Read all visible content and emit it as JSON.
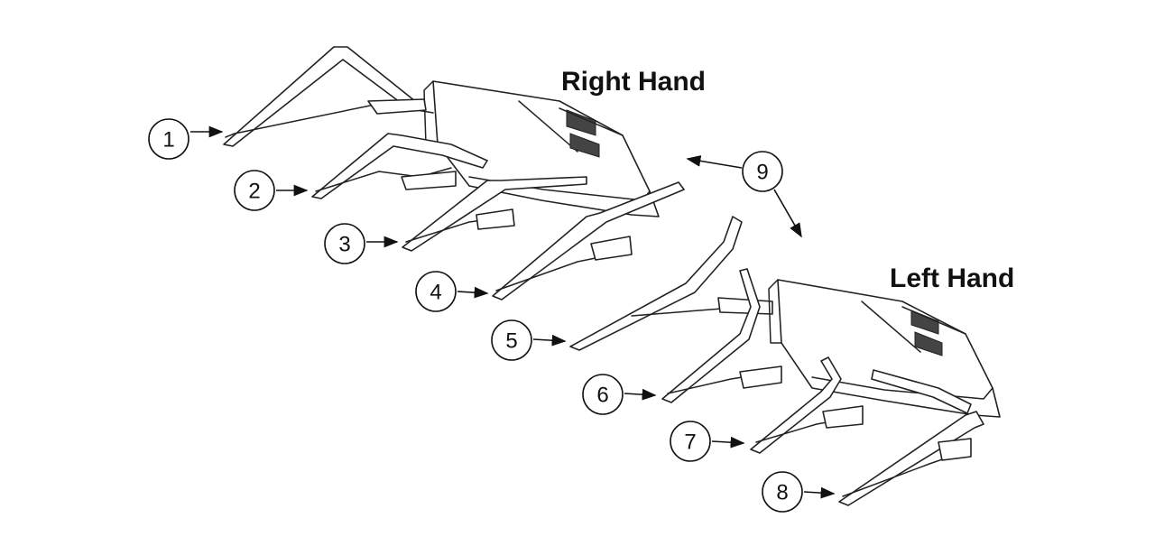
{
  "titles": {
    "right_hand": "Right Hand",
    "left_hand": "Left Hand"
  },
  "callouts": [
    "1",
    "2",
    "3",
    "4",
    "5",
    "6",
    "7",
    "8",
    "9"
  ]
}
